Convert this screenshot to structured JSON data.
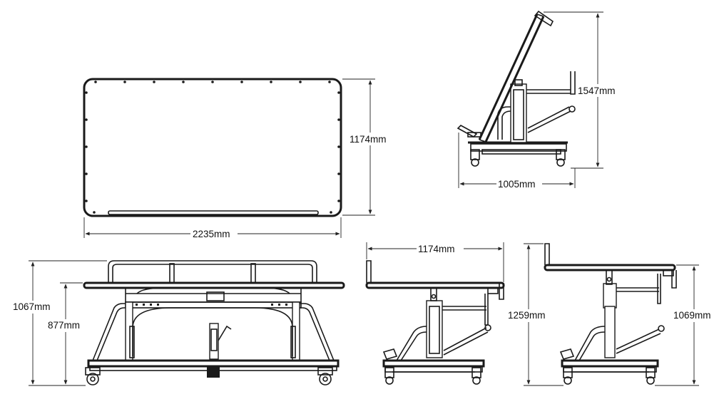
{
  "dimensions": {
    "top_length": "2235mm",
    "top_width": "1174mm",
    "tilt_height": "1547mm",
    "tilt_depth": "1005mm",
    "side_height_rails": "1067mm",
    "side_height_top": "877mm",
    "end_width": "1174mm",
    "end_height_raised": "1259mm",
    "end_height_top": "1069mm"
  },
  "colors": {
    "line": "#1a1a1a",
    "background": "#ffffff"
  }
}
